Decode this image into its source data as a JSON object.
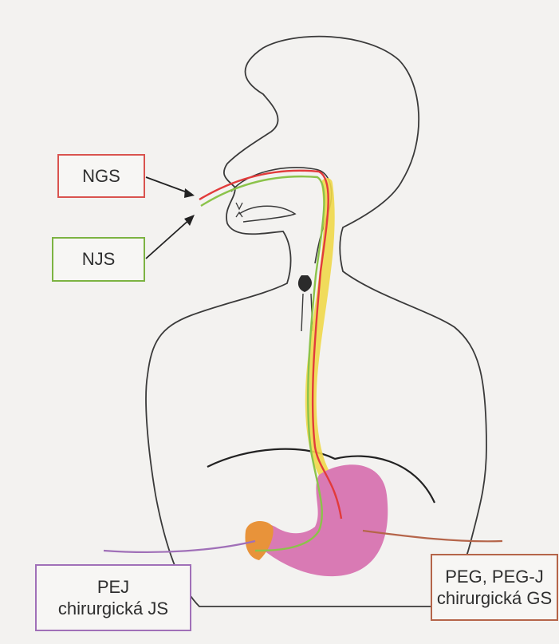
{
  "labels": {
    "ngs": {
      "text": "NGS",
      "color": "#d9534f"
    },
    "njs": {
      "text": "NJS",
      "color": "#7cb342"
    },
    "pej": {
      "line1": "PEJ",
      "line2": "chirurgická JS",
      "color": "#a070b8"
    },
    "peg": {
      "line1": "PEG, PEG-J",
      "line2": "chirurgická GS",
      "color": "#b5654a"
    }
  },
  "colors": {
    "outline": "#3a3a3a",
    "stomach": "#d97ab4",
    "jejunum": "#e8933a",
    "esophagus_fill": "#f0d84a",
    "tube_red": "#e23b3b",
    "tube_green": "#8bc34a"
  }
}
